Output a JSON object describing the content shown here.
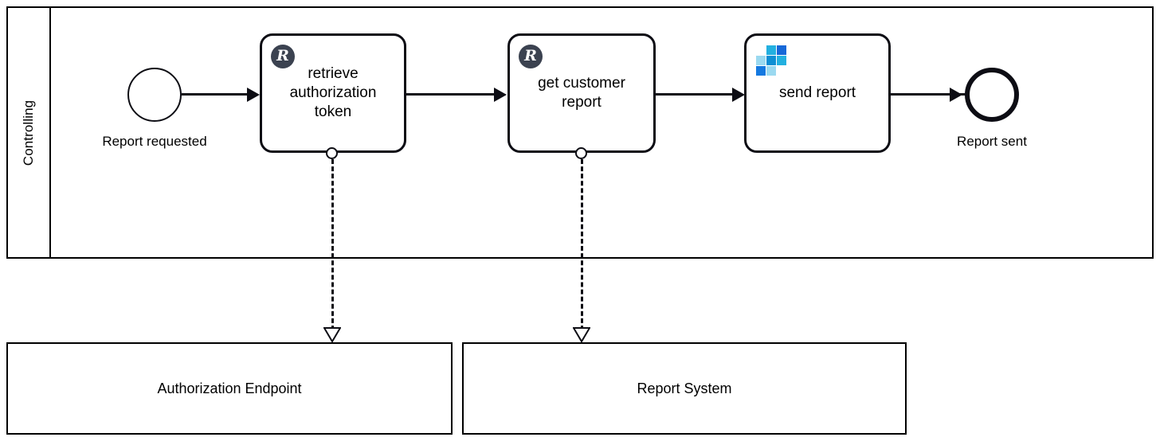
{
  "diagram": {
    "type": "bpmn-process",
    "pool": {
      "lane_label": "Controlling"
    },
    "events": [
      {
        "id": "start-event",
        "kind": "start",
        "label": "Report requested"
      },
      {
        "id": "end-event",
        "kind": "end",
        "label": "Report sent"
      }
    ],
    "tasks": [
      {
        "id": "task-retrieve-authorization-token",
        "label": "retrieve\nauthorization\ntoken",
        "icon": "rest-connector-icon",
        "icon_letter": "R"
      },
      {
        "id": "task-get-customer-report",
        "label": "get customer\nreport",
        "icon": "rest-connector-icon",
        "icon_letter": "R"
      },
      {
        "id": "task-send-report",
        "label": "send report",
        "icon": "mosaic-connector-icon"
      }
    ],
    "external_systems": [
      {
        "id": "system-authorization-endpoint",
        "label": "Authorization Endpoint"
      },
      {
        "id": "system-report-system",
        "label": "Report System"
      }
    ],
    "colors": {
      "stroke": "#0d0d14",
      "pool_stroke": "#000000",
      "background": "#ffffff",
      "rest_badge": "#3b4250",
      "mosaic_light": "#9bd9f0",
      "mosaic_cyan": "#22b0e0",
      "mosaic_mid": "#0d8fd4",
      "mosaic_deep": "#1479e0",
      "mosaic_dark": "#1668d8"
    }
  }
}
